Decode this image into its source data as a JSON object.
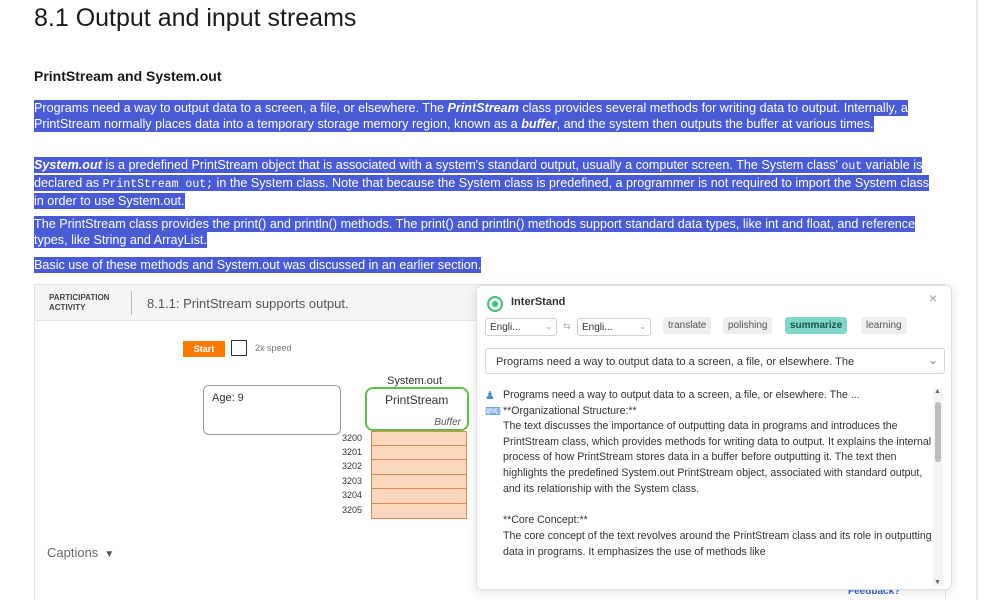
{
  "chapter": {
    "title": "8.1 Output and input streams"
  },
  "section": {
    "heading": "PrintStream and System.out"
  },
  "paragraphs": {
    "p1": {
      "a": "Programs need a way to output data to a screen, a file, or elsewhere. The ",
      "b": "PrintStream",
      "c": " class provides several methods for writing data to output. Internally, a PrintStream normally places data into a temporary storage memory region, known as a ",
      "d": "buffer",
      "e": ", and the system then outputs the buffer at various times."
    },
    "p2": {
      "a": "System.out",
      "b": " is a predefined PrintStream object that is associated with a system's standard output, usually a computer screen. The System class' ",
      "c": "out",
      "d": " variable is declared as ",
      "e": "PrintStream out;",
      "f": " in the System class. Note that because the System class is predefined, a programmer is not required to import the System class in order to use System.out."
    },
    "p3": "The PrintStream class provides the print() and println() methods. The print() and println() methods support standard data types, like int and float, and reference types, like String and ArrayList.",
    "p4": "Basic use of these methods and System.out was discussed in an earlier section."
  },
  "activity": {
    "tag": "PARTICIPATION ACTIVITY",
    "title": "8.1.1: PrintStream supports output.",
    "start_label": "Start",
    "speed_label": "2x speed",
    "age_label": "Age: 9",
    "sysout_label": "System.out",
    "printstream_label": "PrintStream",
    "buffer_label": "Buffer",
    "memory": [
      "3200",
      "3201",
      "3202",
      "3203",
      "3204",
      "3205"
    ],
    "captions_label": "Captions",
    "feedback_label": "Feedback?"
  },
  "popup": {
    "title": "InterStand",
    "close": "×",
    "source_lang": "Engli...",
    "target_lang": "Engli...",
    "swap": "⇆",
    "modes": [
      {
        "label": "translate",
        "active": false
      },
      {
        "label": "polishing",
        "active": false
      },
      {
        "label": "summarize",
        "active": true
      },
      {
        "label": "learning",
        "active": false
      }
    ],
    "source_text": "Programs need a way to output data to a screen, a file, or elsewhere. The",
    "result": {
      "line1": "Programs need a way to output data to a screen, a file, or elsewhere. The ...",
      "line2": "**Organizational Structure:**",
      "body": "The text discusses the importance of outputting data in programs and introduces the PrintStream class, which provides methods for writing data to output. It explains the internal process of how PrintStream stores data in a buffer before outputting it. The text then highlights the predefined System.out PrintStream object, associated with standard output, and its relationship with the System class.\n\n**Core Concept:**\nThe core concept of the text revolves around the PrintStream class and its role in outputting data in programs. It emphasizes the use of methods like"
    }
  },
  "colors": {
    "highlight": "#4a5bd6",
    "start": "#ff7a00",
    "green_border": "#5fbf4a",
    "memory_fill": "#fbd7bd",
    "summarize_active": "#7fd6c9"
  }
}
